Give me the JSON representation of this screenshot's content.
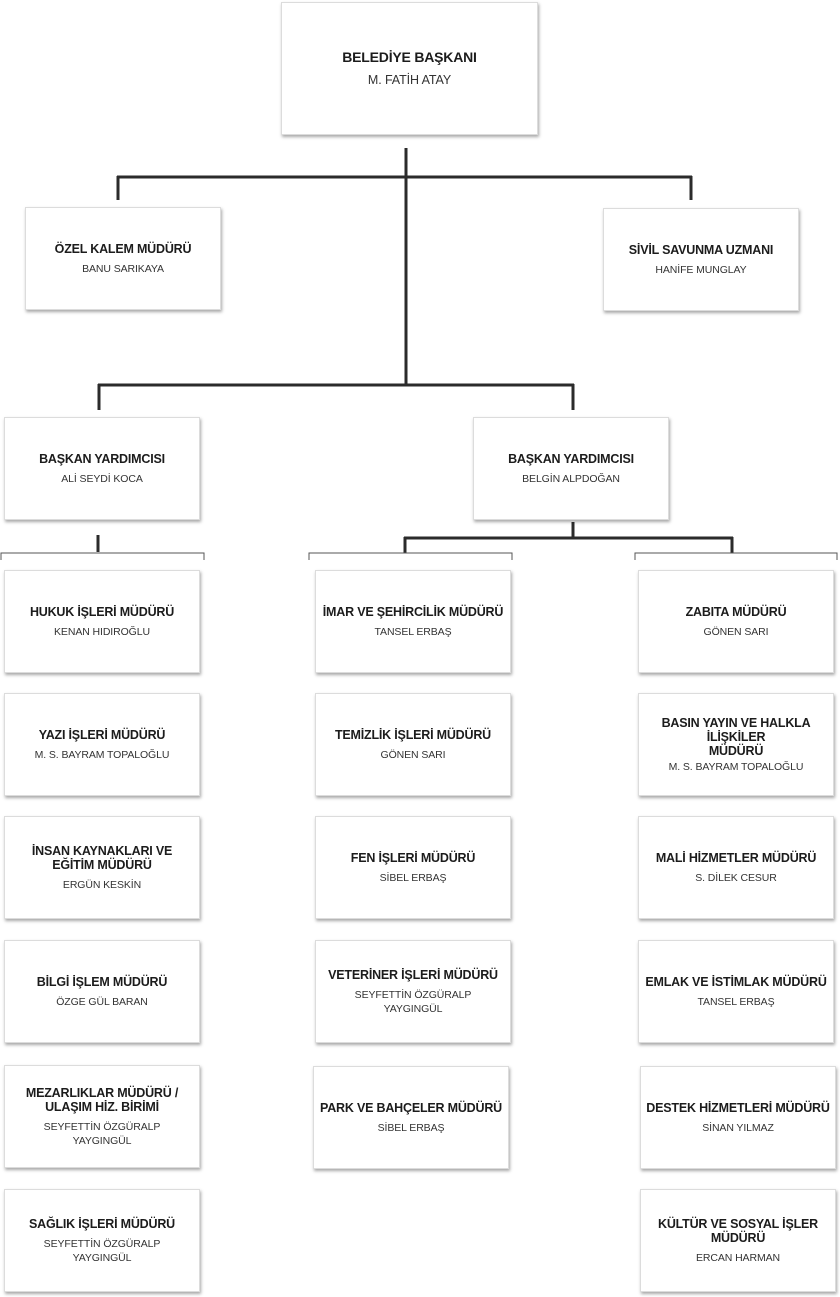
{
  "mayor": {
    "title": "BELEDİYE BAŞKANI",
    "name": "M. FATİH ATAY"
  },
  "staff": [
    {
      "title": "ÖZEL KALEM MÜDÜRÜ",
      "name": "BANU SARIKAYA"
    },
    {
      "title": "SİVİL SAVUNMA UZMANI",
      "name": "HANİFE MUNGLAY"
    }
  ],
  "deputies": [
    {
      "title": "BAŞKAN YARDIMCISI",
      "name": "ALİ SEYDİ KOCA"
    },
    {
      "title": "BAŞKAN YARDIMCISI",
      "name": "BELGİN ALPDOĞAN"
    }
  ],
  "columns": [
    {
      "units": [
        {
          "title": "HUKUK İŞLERİ MÜDÜRÜ",
          "name": "KENAN HIDIROĞLU"
        },
        {
          "title": "YAZI İŞLERİ MÜDÜRÜ",
          "name": "M. S. BAYRAM TOPALOĞLU"
        },
        {
          "title": "İNSAN  KAYNAKLARI VE\nEĞİTİM MÜDÜRÜ",
          "name": "ERGÜN KESKİN"
        },
        {
          "title": "BİLGİ İŞLEM MÜDÜRÜ",
          "name": "ÖZGE GÜL BARAN"
        },
        {
          "title": "MEZARLIKLAR MÜDÜRÜ /\nULAŞIM HİZ. BİRİMİ",
          "name": "SEYFETTİN ÖZGÜRALP\nYAYGINGÜL"
        },
        {
          "title": "SAĞLIK İŞLERİ MÜDÜRÜ",
          "name": "SEYFETTİN ÖZGÜRALP\nYAYGINGÜL"
        }
      ]
    },
    {
      "units": [
        {
          "title": "İMAR VE ŞEHİRCİLİK MÜDÜRÜ",
          "name": "TANSEL ERBAŞ"
        },
        {
          "title": "TEMİZLİK İŞLERİ MÜDÜRÜ",
          "name": "GÖNEN SARI"
        },
        {
          "title": "FEN İŞLERİ MÜDÜRÜ",
          "name": "SİBEL ERBAŞ"
        },
        {
          "title": "VETERİNER İŞLERİ MÜDÜRÜ",
          "name": "SEYFETTİN ÖZGÜRALP\nYAYGINGÜL"
        },
        {
          "title": "PARK VE BAHÇELER MÜDÜRÜ",
          "name": "SİBEL ERBAŞ"
        }
      ]
    },
    {
      "units": [
        {
          "title": "ZABITA MÜDÜRÜ",
          "name": "GÖNEN SARI"
        },
        {
          "title": "BASIN YAYIN VE HALKLA İLİŞKİLER\nMÜDÜRÜ",
          "name": "M. S. BAYRAM TOPALOĞLU"
        },
        {
          "title": "MALİ HİZMETLER MÜDÜRÜ",
          "name": "S. DİLEK CESUR"
        },
        {
          "title": "EMLAK VE İSTİMLAK MÜDÜRÜ",
          "name": "TANSEL ERBAŞ"
        },
        {
          "title": "DESTEK HİZMETLERİ MÜDÜRÜ",
          "name": "SİNAN YILMAZ"
        },
        {
          "title": "KÜLTÜR VE SOSYAL İŞLER MÜDÜRÜ",
          "name": "ERCAN HARMAN"
        }
      ]
    }
  ],
  "colors": {
    "line": "#2b2b2b",
    "box_border": "#dcdcdc",
    "text": "#1c1c1c"
  }
}
